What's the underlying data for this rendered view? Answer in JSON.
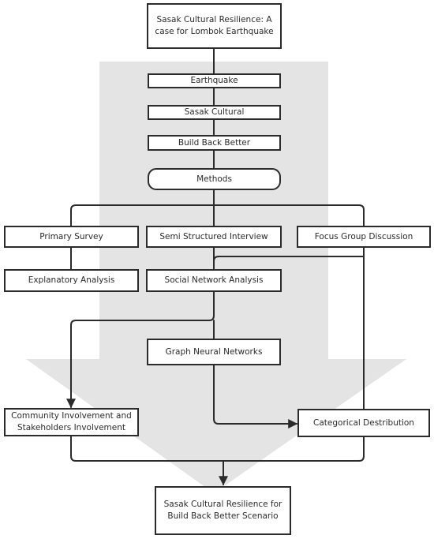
{
  "boxes": {
    "title": "Sasak Cultural Resilience: A case for Lombok Earthquake",
    "earthquake": "Earthquake",
    "sasak_cultural": "Sasak Cultural",
    "build_back_better": "Build Back Better",
    "methods": "Methods",
    "primary_survey": "Primary Survey",
    "semi_structured_interview": "Semi Structured Interview",
    "focus_group_discussion": "Focus Group Discussion",
    "explanatory_analysis": "Explanatory Analysis",
    "social_network_analysis": "Social Network Analysis",
    "graph_neural_networks": "Graph Neural Networks",
    "community_involvement": "Community Involvement and Stakeholders Involvement",
    "categorical_distribution": "Categorical Destribution",
    "final_scenario": "Sasak Cultural Resilience for Build Back Better Scenario"
  },
  "colors": {
    "background_arrow": "#e4e4e4",
    "stroke": "#2b2b2b",
    "box_fill": "#ffffff"
  }
}
